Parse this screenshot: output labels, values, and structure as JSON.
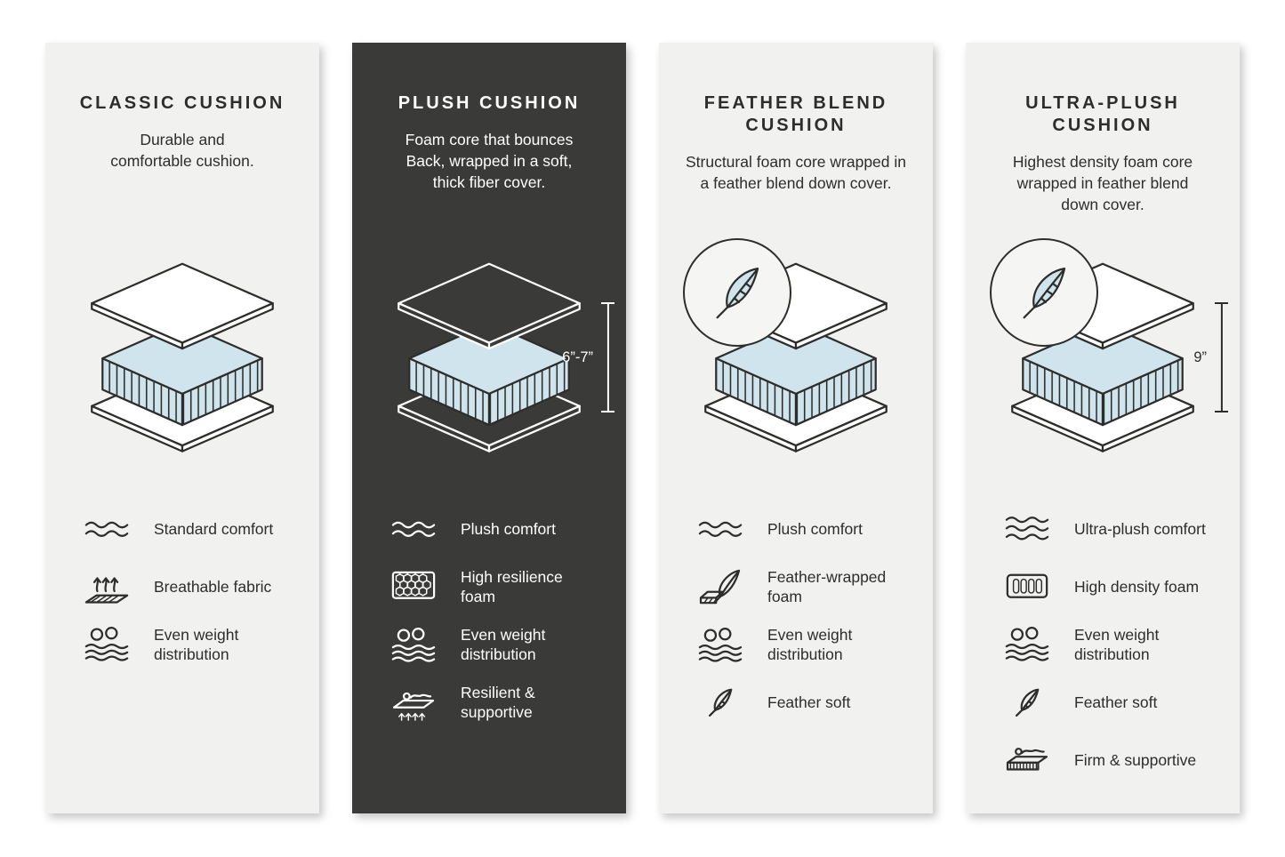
{
  "colors": {
    "card_light_bg": "#f1f1ef",
    "card_dark_bg": "#3a3a38",
    "ink": "#2d2d2b",
    "foam_blue": "#cfe4ec",
    "white": "#ffffff"
  },
  "cards": [
    {
      "title": "CLASSIC CUSHION",
      "description": "Durable and\ncomfortable cushion.",
      "features": [
        {
          "icon": "waves-icon",
          "label": "Standard comfort"
        },
        {
          "icon": "breathable-fabric-icon",
          "label": "Breathable fabric"
        },
        {
          "icon": "weight-distribution-icon",
          "label": "Even weight\ndistribution"
        }
      ]
    },
    {
      "title": "PLUSH CUSHION",
      "description": "Foam core that bounces\nBack, wrapped in a soft,\nthick fiber cover.",
      "measurement": "6”-7”",
      "features": [
        {
          "icon": "waves-icon",
          "label": "Plush comfort"
        },
        {
          "icon": "honeycomb-foam-icon",
          "label": "High resilience\nfoam"
        },
        {
          "icon": "weight-distribution-icon",
          "label": "Even weight\ndistribution"
        },
        {
          "icon": "resilient-supportive-icon",
          "label": "Resilient &\nsupportive"
        }
      ]
    },
    {
      "title": "FEATHER BLEND\nCUSHION",
      "description": "Structural foam core wrapped in\na feather blend down cover.",
      "badge": "feather-badge",
      "features": [
        {
          "icon": "waves-icon",
          "label": "Plush comfort"
        },
        {
          "icon": "feather-wrapped-foam-icon",
          "label": "Feather-wrapped\nfoam"
        },
        {
          "icon": "weight-distribution-icon",
          "label": "Even weight\ndistribution"
        },
        {
          "icon": "feather-icon",
          "label": "Feather soft"
        }
      ]
    },
    {
      "title": "ULTRA-PLUSH\nCUSHION",
      "description": "Highest density foam core\nwrapped in feather blend\ndown cover.",
      "badge": "feather-badge",
      "measurement": "9”",
      "features": [
        {
          "icon": "waves-3-icon",
          "label": "Ultra-plush comfort"
        },
        {
          "icon": "high-density-foam-icon",
          "label": "High density foam"
        },
        {
          "icon": "weight-distribution-icon",
          "label": "Even weight\ndistribution"
        },
        {
          "icon": "feather-icon",
          "label": "Feather soft"
        },
        {
          "icon": "firm-supportive-icon",
          "label": "Firm & supportive"
        }
      ]
    }
  ]
}
